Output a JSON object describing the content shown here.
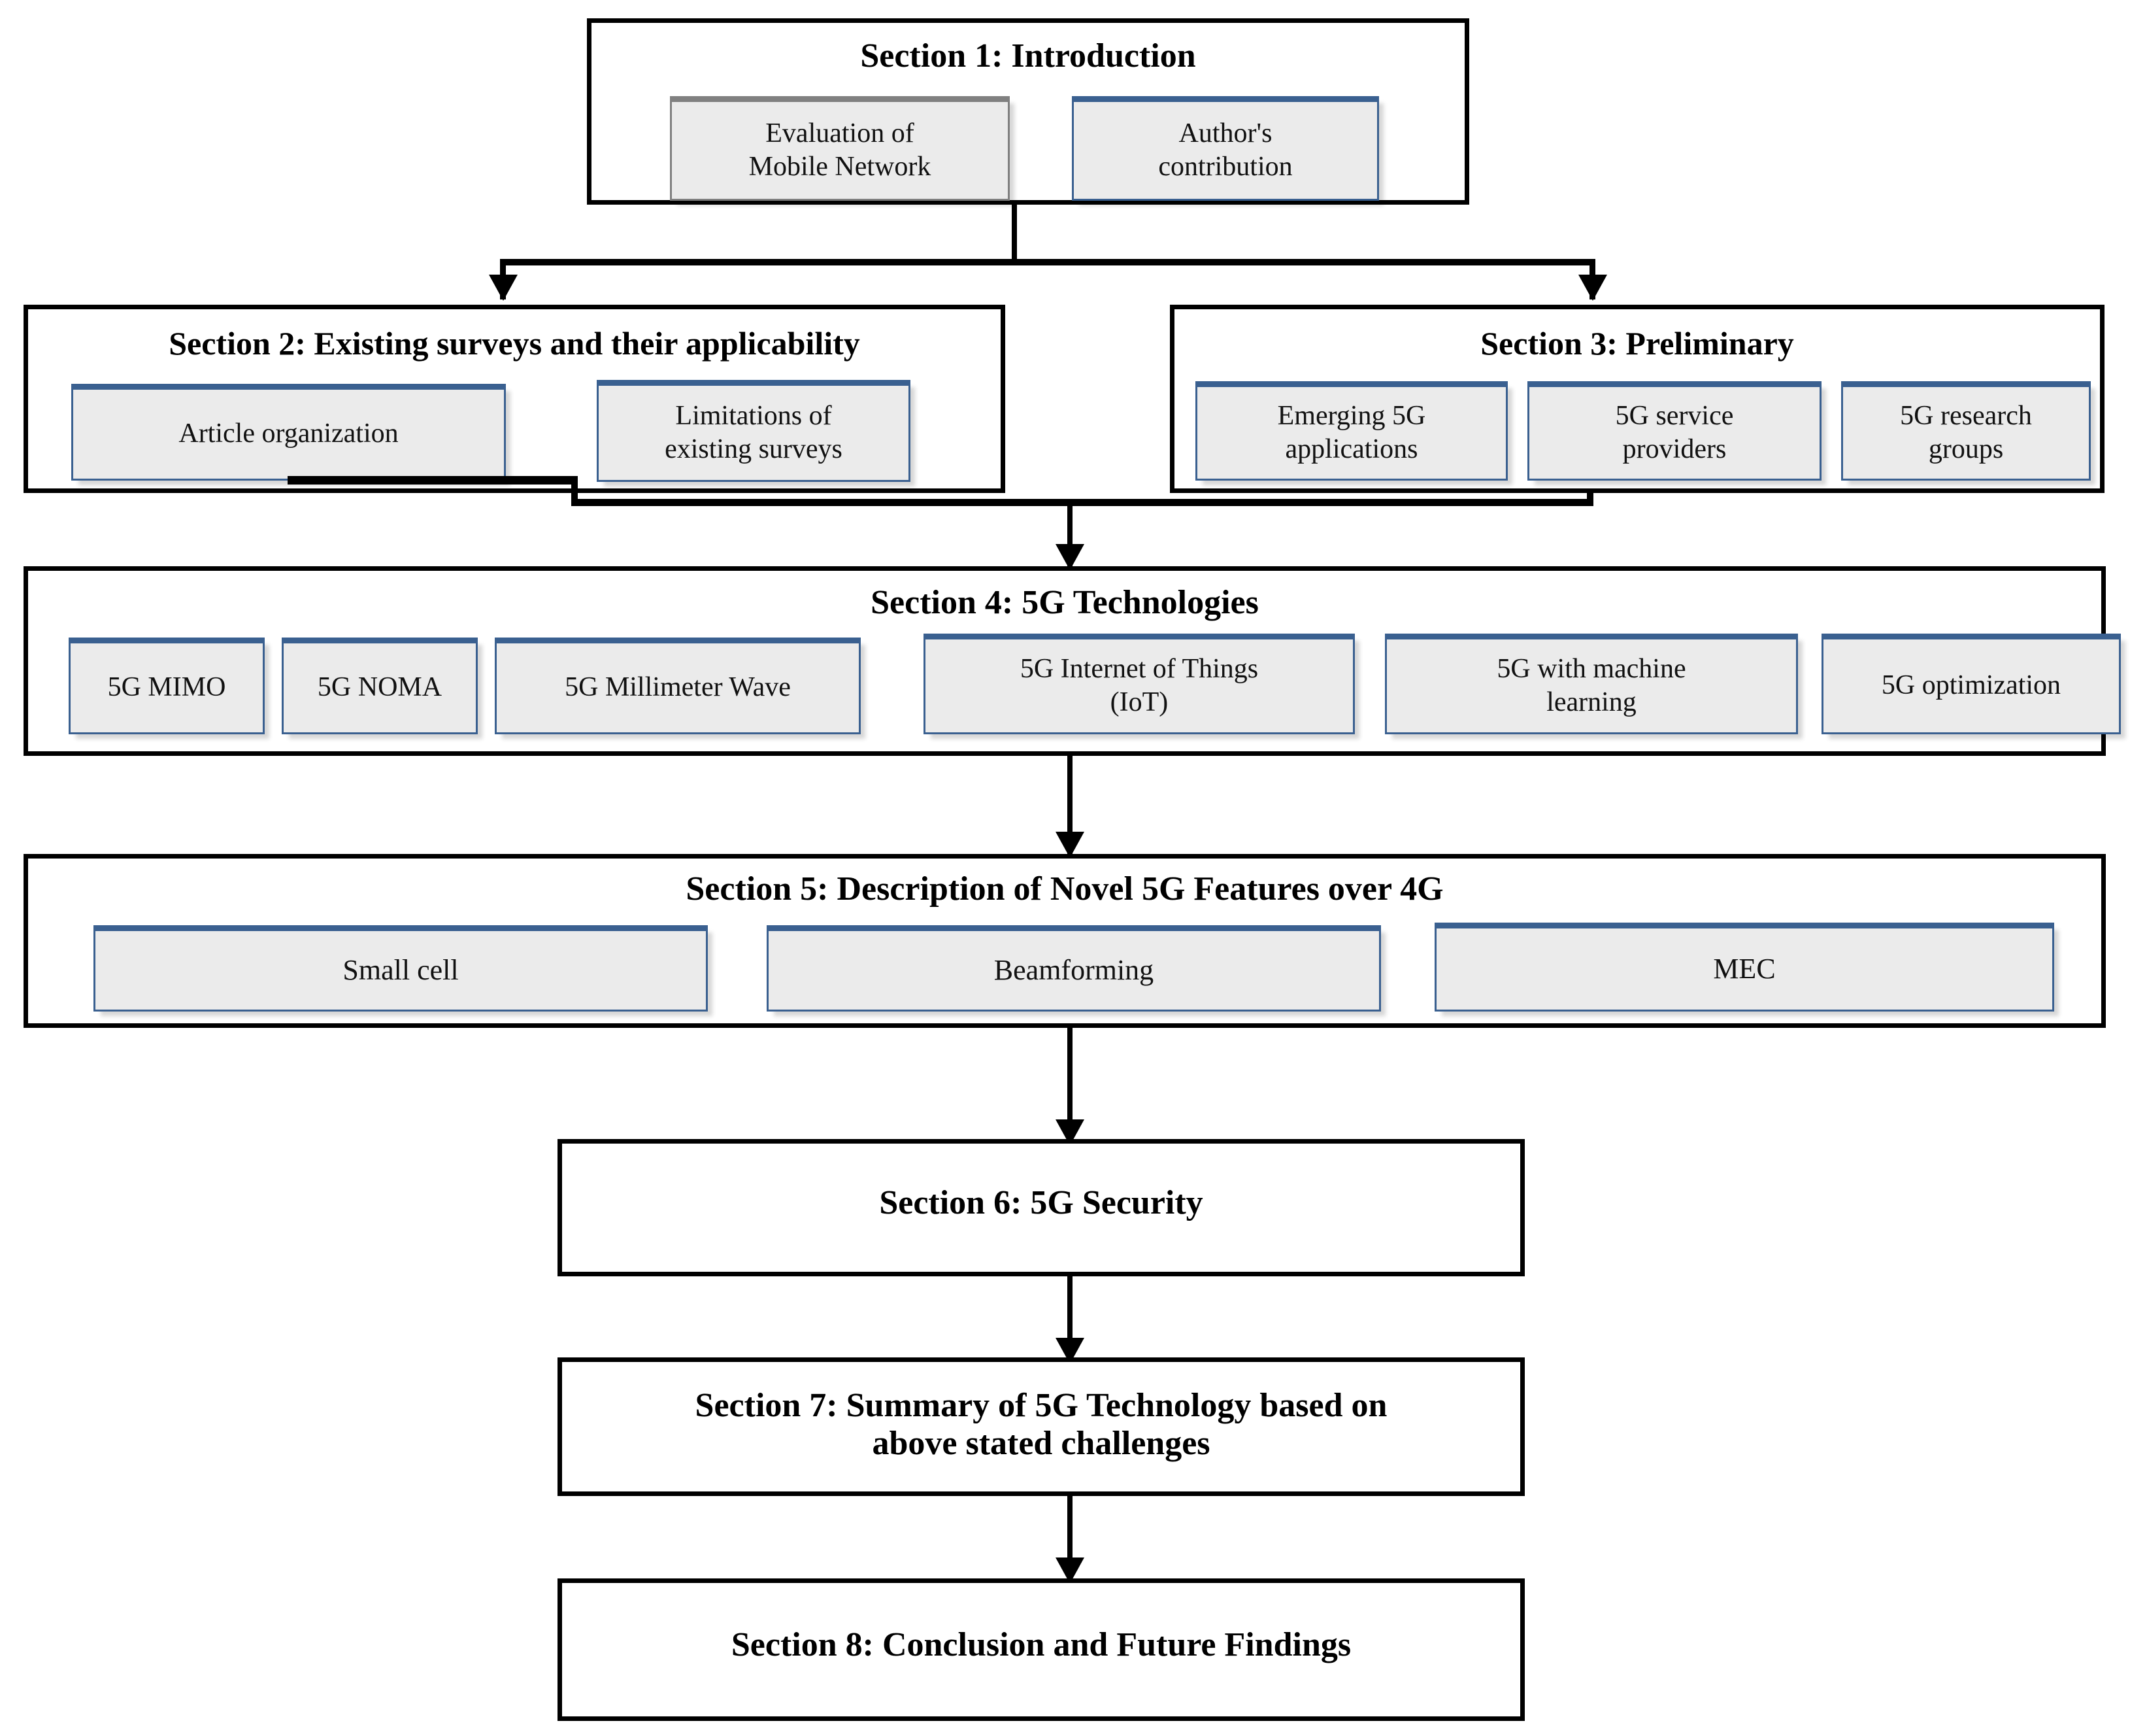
{
  "diagram": {
    "title": "5G survey article organization flowchart",
    "accent_border_color": "#3a6090",
    "gray_border_color": "#808080",
    "box_fill_color": "#ebebeb",
    "outline_color": "#000000"
  },
  "sections": {
    "s1": {
      "title": "Section 1: Introduction",
      "items": [
        {
          "label": "Evaluation of\nMobile Network",
          "border": "gray"
        },
        {
          "label": "Author's\ncontribution",
          "border": "blue"
        }
      ]
    },
    "s2": {
      "title": "Section 2: Existing surveys and their applicability",
      "items": [
        {
          "label": "Article organization",
          "border": "blue"
        },
        {
          "label": "Limitations of\nexisting surveys",
          "border": "blue"
        }
      ]
    },
    "s3": {
      "title": "Section 3: Preliminary",
      "items": [
        {
          "label": "Emerging 5G\napplications",
          "border": "blue"
        },
        {
          "label": "5G service\nproviders",
          "border": "blue"
        },
        {
          "label": "5G research\ngroups",
          "border": "blue"
        }
      ]
    },
    "s4": {
      "title": "Section 4: 5G Technologies",
      "items": [
        {
          "label": "5G MIMO",
          "border": "blue"
        },
        {
          "label": "5G NOMA",
          "border": "blue"
        },
        {
          "label": "5G Millimeter Wave",
          "border": "blue"
        },
        {
          "label": "5G Internet of Things\n(IoT)",
          "border": "blue"
        },
        {
          "label": "5G with machine\nlearning",
          "border": "blue"
        },
        {
          "label": "5G optimization",
          "border": "blue"
        }
      ]
    },
    "s5": {
      "title": "Section 5: Description of Novel 5G Features over 4G",
      "items": [
        {
          "label": "Small cell",
          "border": "blue"
        },
        {
          "label": "Beamforming",
          "border": "blue"
        },
        {
          "label": "MEC",
          "border": "blue"
        }
      ]
    },
    "s6": {
      "title": "Section 6: 5G Security",
      "items": []
    },
    "s7": {
      "title": "Section 7: Summary of 5G Technology based on\nabove stated challenges",
      "items": []
    },
    "s8": {
      "title": "Section 8: Conclusion and Future Findings",
      "items": []
    }
  }
}
